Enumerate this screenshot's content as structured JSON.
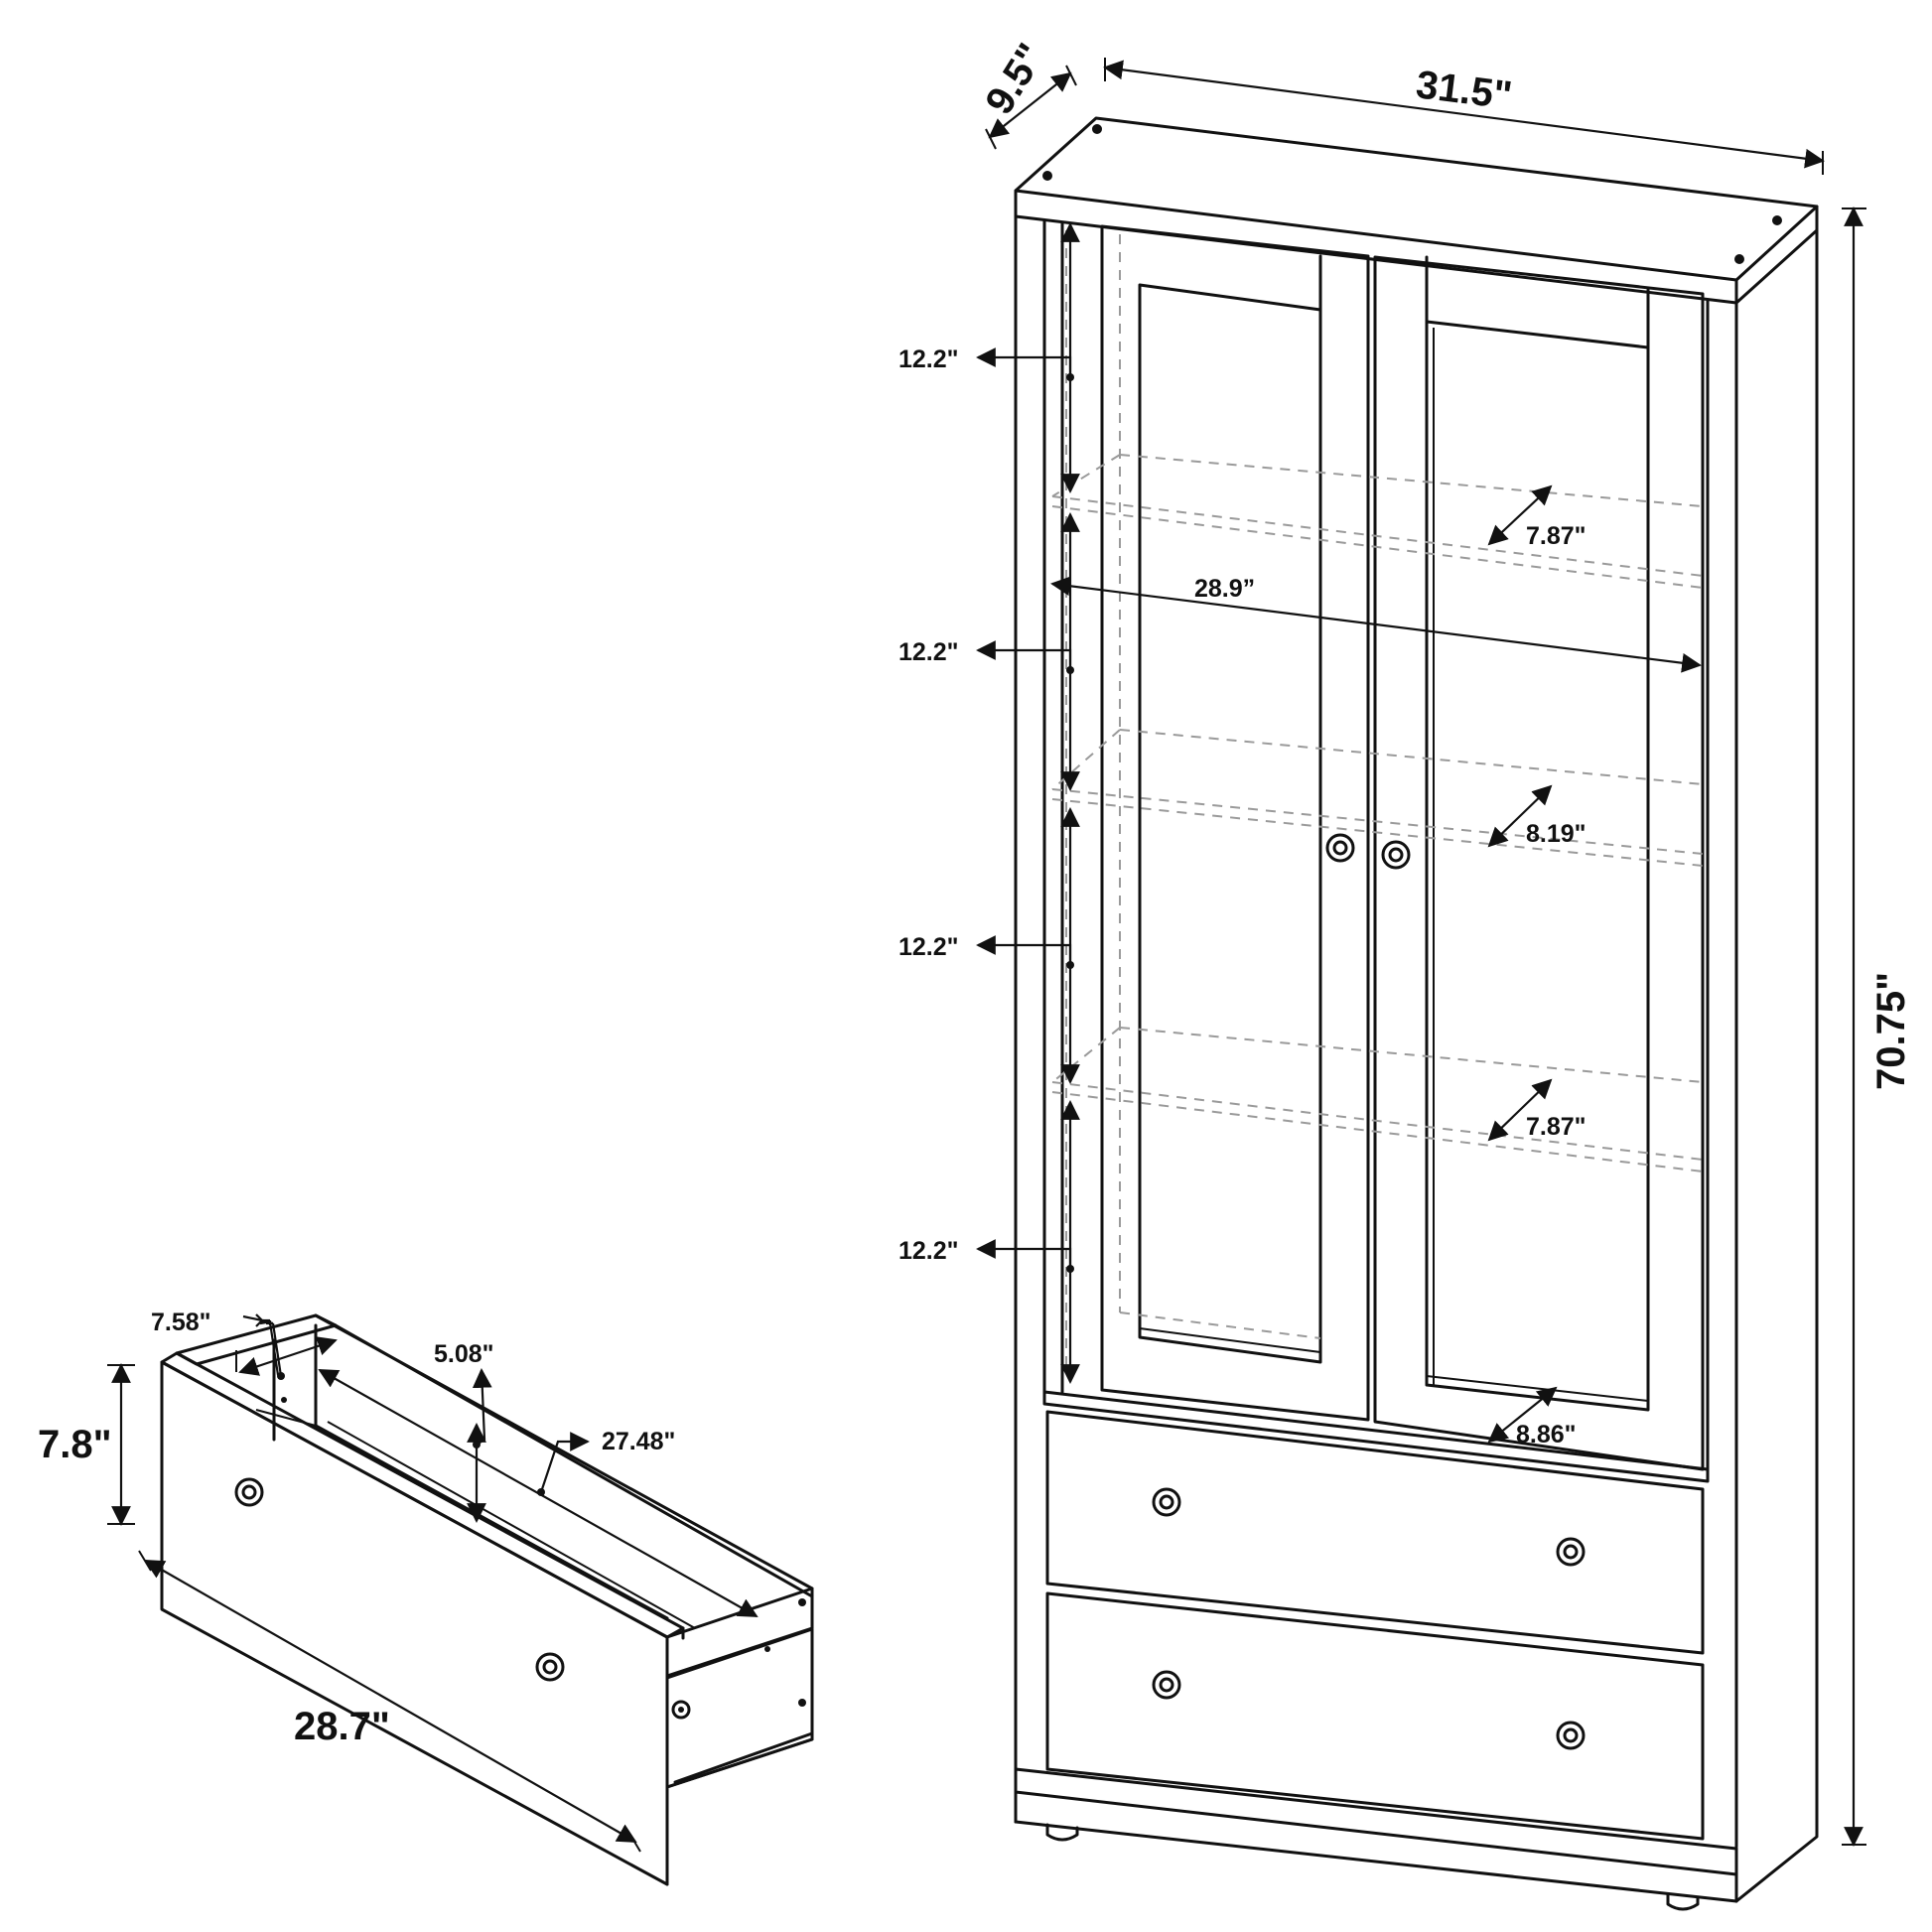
{
  "cabinet": {
    "width": "31.5\"",
    "depth": "9.5\"",
    "height": "70.75\"",
    "shelf_gap_1": "12.2\"",
    "shelf_gap_2": "12.2\"",
    "shelf_gap_3": "12.2\"",
    "shelf_gap_4": "12.2\"",
    "inner_width": "28.9”",
    "shelf_depth_1": "7.87\"",
    "shelf_depth_2": "8.19\"",
    "shelf_depth_3": "7.87\"",
    "bottom_depth": "8.86\""
  },
  "drawer": {
    "inner_depth": "7.58\"",
    "inner_height": "5.08\"",
    "inner_width": "27.48\"",
    "height": "7.8\"",
    "width": "28.7\""
  }
}
